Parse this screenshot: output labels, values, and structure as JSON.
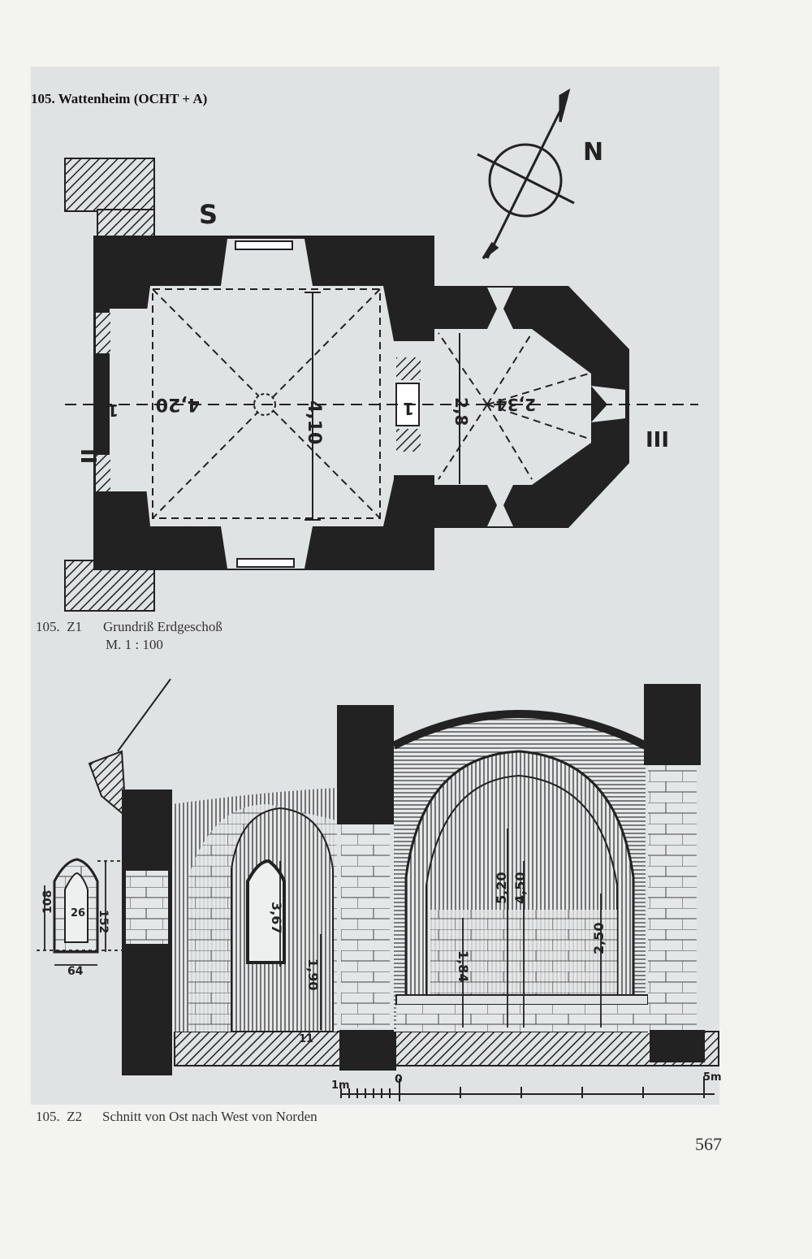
{
  "page": {
    "heading": "105. Wattenheim (OCHT + A)",
    "page_number": "567"
  },
  "figure1": {
    "caption_label": "105.  Z1",
    "caption_title": "Grundriß Erdgeschoß",
    "caption_scale": "M. 1 : 100",
    "north_label": "N",
    "south_label": "S",
    "section_marks": [
      "II",
      "III"
    ],
    "dimensions": [
      "1",
      "4,20",
      "4,10",
      "1",
      "2,8",
      "2,34"
    ]
  },
  "figure2": {
    "caption_label": "105.  Z2",
    "caption_title": "Schnitt von Ost nach West von Norden",
    "window_dims": [
      "108",
      "152",
      "26",
      "64"
    ],
    "dimensions": [
      "3,67",
      "1,90",
      "11",
      "1,84",
      "5,20",
      "4,50",
      "2,50"
    ],
    "scale_left": "1m",
    "scale_zero": "0",
    "scale_right": "5m"
  },
  "colors": {
    "paper": "#f3f3f0",
    "plate": "#dfe3e4",
    "ink": "#222222"
  }
}
